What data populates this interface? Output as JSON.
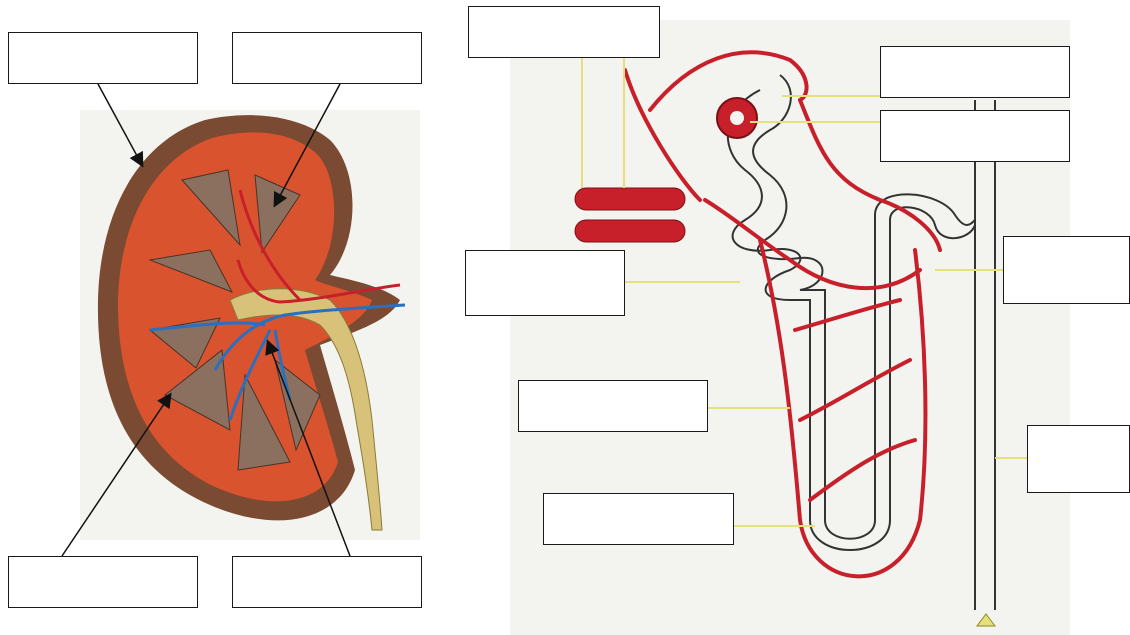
{
  "colors": {
    "cortex": "#d9532e",
    "capsule": "#7a4a32",
    "pyramid": "#8b7060",
    "artery": "#c8202a",
    "vein": "#2a6fc0",
    "pelvis": "#d8c27a",
    "leader_line": "#e6e07a",
    "paper": "#f3f4ef",
    "label_box_border": "#1a1a1a"
  },
  "kidney_labels": [
    {
      "id": "k1",
      "text": ""
    },
    {
      "id": "k2",
      "text": ""
    },
    {
      "id": "k3",
      "text": ""
    },
    {
      "id": "k4",
      "text": ""
    }
  ],
  "nephron_labels": [
    {
      "id": "n1",
      "text": ""
    },
    {
      "id": "n2",
      "text": ""
    },
    {
      "id": "n3",
      "text": ""
    },
    {
      "id": "n4",
      "text": ""
    },
    {
      "id": "n5",
      "text": ""
    },
    {
      "id": "n6",
      "text": ""
    },
    {
      "id": "n7",
      "text": ""
    },
    {
      "id": "n8",
      "text": ""
    }
  ]
}
